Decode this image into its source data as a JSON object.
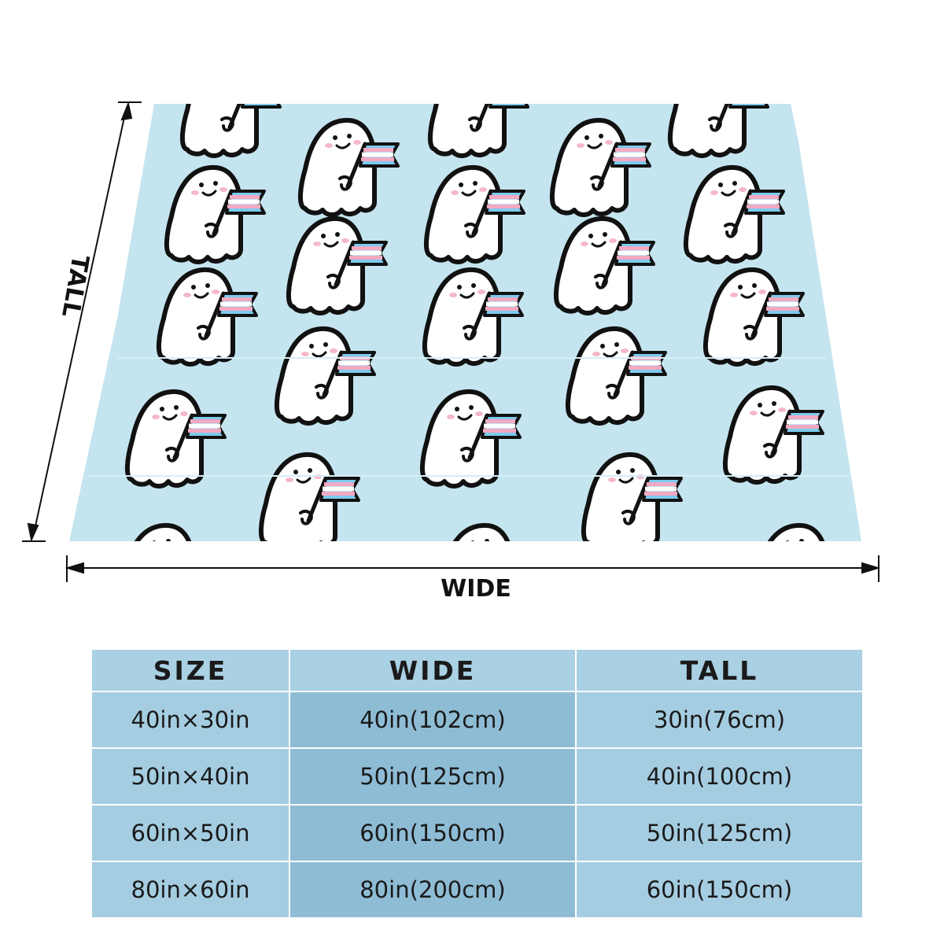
{
  "diagram": {
    "tall_label": "TALL",
    "wide_label": "WIDE"
  },
  "colors": {
    "blanket": "#c4e5ef",
    "ghost_fill": "#ffffff",
    "outline": "#111111",
    "cheek": "#f5b8c8",
    "flag_blue": "#7ccbee",
    "flag_pink": "#f2a9c2",
    "header_bg": "#a9d0e3",
    "row_light": "#a5cde1",
    "row_dark": "#8ebcd5"
  },
  "size_table": {
    "headers": [
      "SIZE",
      "WIDE",
      "TALL"
    ],
    "rows": [
      [
        "40in×30in",
        "40in(102cm)",
        "30in(76cm)"
      ],
      [
        "50in×40in",
        "50in(125cm)",
        "40in(100cm)"
      ],
      [
        "60in×50in",
        "60in(150cm)",
        "50in(125cm)"
      ],
      [
        "80in×60in",
        "80in(200cm)",
        "60in(150cm)"
      ]
    ]
  }
}
